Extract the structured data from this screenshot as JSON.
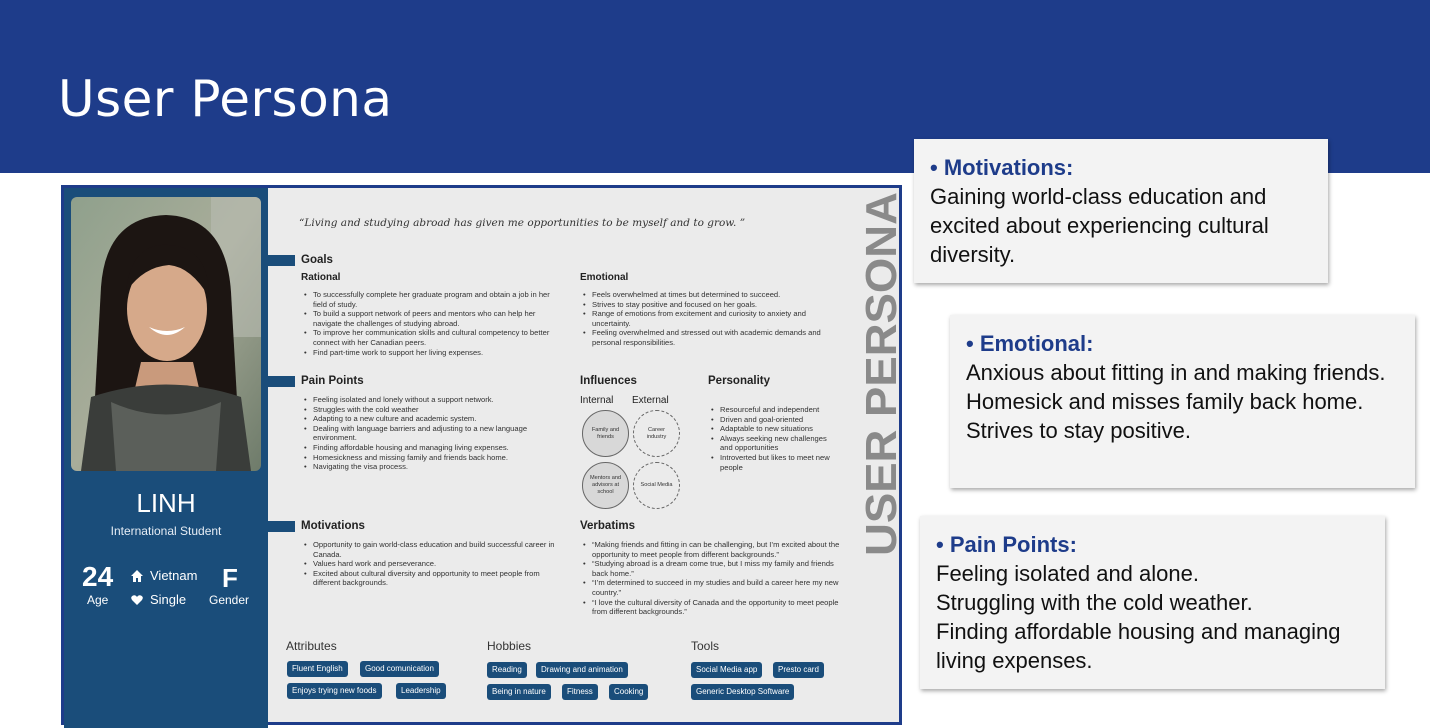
{
  "slide": {
    "title": "User Persona"
  },
  "persona": {
    "name": "LINH",
    "role": "International Student",
    "age": "24",
    "age_label": "Age",
    "location": "Vietnam",
    "status": "Single",
    "gender": "F",
    "gender_label": "Gender",
    "vertical_label": "USER PERSONA",
    "quote": "“Living and studying abroad has given me opportunities to be myself and to grow. ”"
  },
  "goals": {
    "title": "Goals",
    "rational_title": "Rational",
    "rational": [
      "To successfully complete her graduate program and obtain a job in her field of study.",
      "To build a support network of peers and mentors who can help her navigate the challenges of studying abroad.",
      "To improve her communication skills and cultural competency to better connect with her Canadian peers.",
      "Find part-time work to support her living expenses."
    ],
    "emotional_title": "Emotional",
    "emotional": [
      "Feels overwhelmed at times but determined to succeed.",
      "Strives to stay positive and focused on her goals.",
      "Range of emotions from excitement and curiosity to anxiety and uncertainty.",
      "Feeling overwhelmed and stressed out with academic demands and personal responsibilities."
    ]
  },
  "pain_points": {
    "title": "Pain Points",
    "items": [
      "Feeling isolated and lonely without a support network.",
      "Struggles with the cold weather",
      "Adapting to a new culture and academic system.",
      "Dealing with language barriers and adjusting to a new language environment.",
      "Finding affordable housing and managing living expenses.",
      "Homesickness and missing family and friends back home.",
      "Navigating the visa process."
    ]
  },
  "influences": {
    "title": "Influences",
    "internal_label": "Internal",
    "external_label": "External",
    "internal": [
      "Family and friends",
      "Mentors and advisors at school"
    ],
    "external": [
      "Career industry",
      "Social Media"
    ]
  },
  "personality": {
    "title": "Personality",
    "items": [
      "Resourceful and independent",
      "Driven and goal-oriented",
      "Adaptable to new situations",
      "Always seeking new challenges and opportunities",
      "Introverted but likes to meet new people"
    ]
  },
  "motivations": {
    "title": "Motivations",
    "items": [
      "Opportunity to gain world-class education and build successful career in Canada.",
      "Values hard work and perseverance.",
      "Excited about cultural diversity and opportunity to meet people from different backgrounds."
    ]
  },
  "verbatims": {
    "title": "Verbatims",
    "items": [
      "“Making friends and fitting in can be challenging, but I’m excited about the opportunity to meet people from different backgrounds.”",
      "“Studying abroad is a dream come true, but I miss my family and friends back home.”",
      "“I’m determined to succeed in my studies and build a career here my new country.”",
      "“I love the cultural diversity of Canada and the opportunity to meet people from different backgrounds.”"
    ]
  },
  "attributes": {
    "title": "Attributes",
    "tags": [
      "Fluent English",
      "Good comunication",
      "Enjoys trying new foods",
      "Leadership"
    ]
  },
  "hobbies": {
    "title": "Hobbies",
    "tags": [
      "Reading",
      "Drawing and animation",
      "Being in nature",
      "Fitness",
      "Cooking"
    ]
  },
  "tools": {
    "title": "Tools",
    "tags": [
      "Social Media app",
      "Presto card",
      "Generic Desktop Software"
    ]
  },
  "notes": {
    "motivations": {
      "heading": "• Motivations:",
      "body": "Gaining world-class education and excited about experiencing cultural diversity."
    },
    "emotional": {
      "heading": "• Emotional:",
      "lines": [
        "Anxious about fitting in and making friends.",
        "Homesick and misses family back home.",
        "Strives to stay positive."
      ]
    },
    "pain_points": {
      "heading": "• Pain Points:",
      "lines": [
        "Feeling isolated and alone.",
        "Struggling with the cold weather.",
        "Finding affordable housing and managing living expenses."
      ]
    }
  },
  "colors": {
    "banner": "#1e3c8a",
    "sidebar": "#1a4d7a",
    "card_bg": "#ebebeb",
    "note_heading": "#1e3c8a"
  }
}
